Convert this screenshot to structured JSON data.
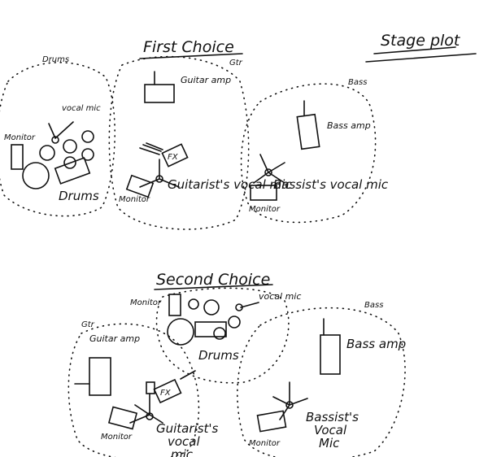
{
  "title": "Stage plot",
  "first_choice": {
    "heading": "First Choice",
    "drums_area": {
      "zone_label": "Drums",
      "monitor": "Monitor",
      "vocal_mic": "vocal mic",
      "kit": "Drums"
    },
    "guitar_area": {
      "zone_label": "Gtr",
      "amp": "Guitar amp",
      "fx": "FX",
      "vocal_mic": "Guitarist's vocal mic",
      "monitor": "Monitor"
    },
    "bass_area": {
      "zone_label": "Bass",
      "amp": "Bass amp",
      "vocal_mic": "Bassist's vocal mic",
      "monitor": "Monitor"
    }
  },
  "second_choice": {
    "heading": "Second Choice",
    "drums_area": {
      "monitor": "Monitor",
      "vocal_mic": "vocal mic",
      "kit": "Drums"
    },
    "guitar_area": {
      "zone_label": "Gtr",
      "amp": "Guitar amp",
      "fx": "FX",
      "vocal_mic_1": "Guitarist's",
      "vocal_mic_2": "vocal",
      "vocal_mic_3": "mic",
      "monitor": "Monitor"
    },
    "bass_area": {
      "zone_label": "Bass",
      "amp": "Bass amp",
      "vocal_mic_1": "Bassist's",
      "vocal_mic_2": "Vocal",
      "vocal_mic_3": "Mic",
      "monitor": "Monitor"
    }
  }
}
